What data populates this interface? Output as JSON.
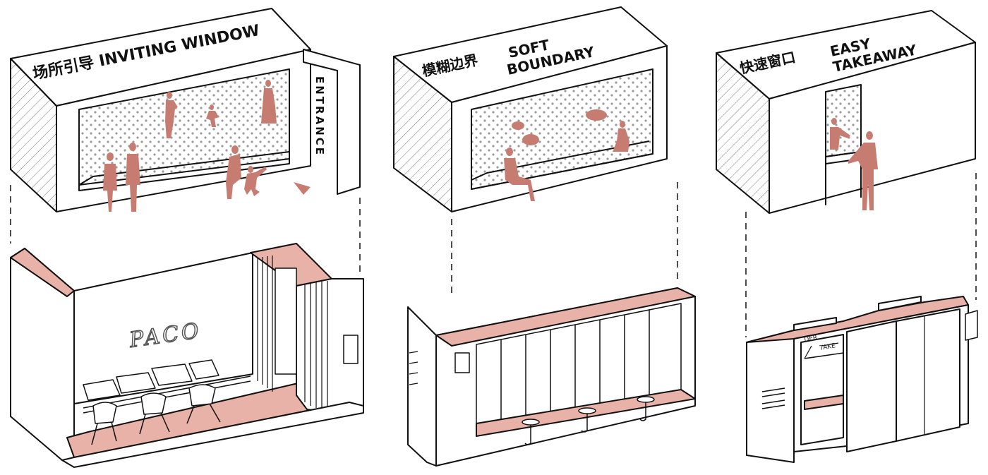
{
  "colors": {
    "accent": "#c67c70",
    "accent_light": "#e8b2a8",
    "line": "#111111",
    "dots": "#9a9a9a"
  },
  "panels": [
    {
      "id": "inviting-window",
      "title": "场所引导 INVITING WINDOW",
      "side_label": "ENTRANCE",
      "sign": "PACO"
    },
    {
      "id": "soft-boundary",
      "title_cn": "模糊边界",
      "title_en_1": "SOFT",
      "title_en_2": "BOUNDARY"
    },
    {
      "id": "easy-takeaway",
      "title_cn": "快速窗口",
      "title_en_1": "EASY",
      "title_en_2": "TAKEAWAY",
      "order_sign_1": "DER",
      "order_sign_2": "TAKE"
    }
  ]
}
